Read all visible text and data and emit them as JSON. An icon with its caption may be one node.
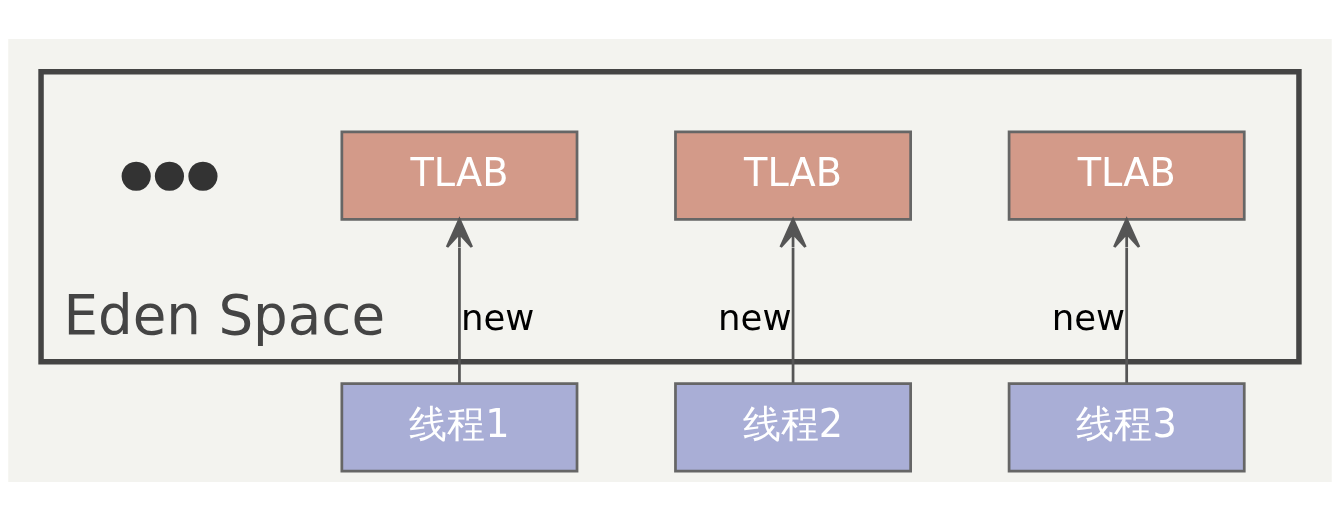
{
  "diagram": {
    "nodes": [
      {
        "text": [
          "Eden Space"
        ]
      },
      {
        "text": [
          "TLAB"
        ],
        "in": 0
      },
      {
        "text": [
          "TLAB"
        ],
        "in": 0
      },
      {
        "text": [
          "TLAB"
        ],
        "in": 0
      },
      {
        "text": [
          "线程1"
        ]
      },
      {
        "text": [
          "线程2"
        ]
      },
      {
        "text": [
          "线程3"
        ]
      }
    ],
    "edges": [
      {
        "from": 4,
        "to": 1,
        "arrow": "to",
        "label": "new"
      },
      {
        "from": 5,
        "to": 2,
        "arrow": "to",
        "label": "new"
      },
      {
        "from": 6,
        "to": 3,
        "arrow": "to",
        "label": "new"
      }
    ],
    "labels": [
      "●●●"
    ]
  }
}
